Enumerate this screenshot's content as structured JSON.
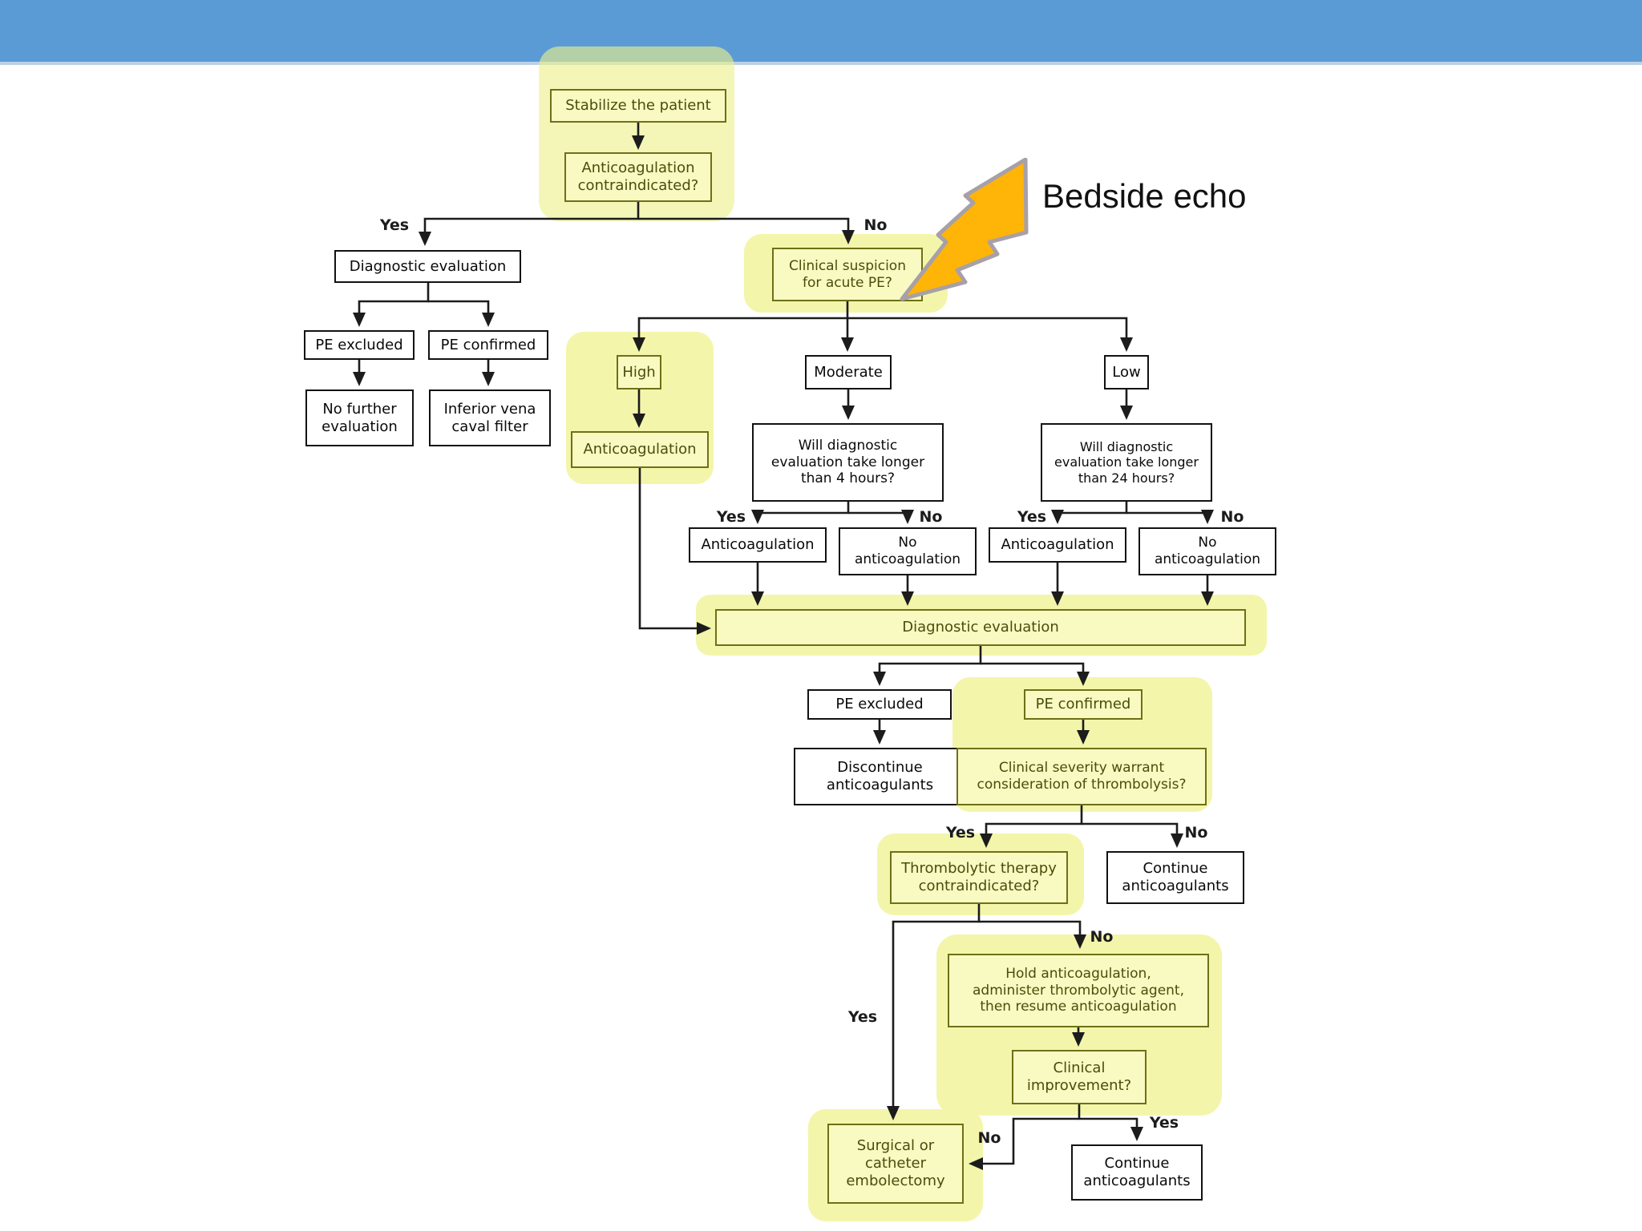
{
  "annotation": {
    "label": "Bedside echo"
  },
  "edge_labels": {
    "yes": "Yes",
    "no": "No"
  },
  "colors": {
    "topbar": "#5b9bd5",
    "topbar_underline": "#bcd0e8",
    "highlight": "#f3f6aa",
    "yellow_box_bg": "#f8fac2",
    "yellow_box_border": "#6e7017",
    "yellow_box_text": "#4a4e0a",
    "white_box_border": "#121212",
    "connector": "#1c1c1c",
    "bolt_fill": "#ffb408",
    "bolt_border": "#a8a0a8"
  },
  "nodes": {
    "stab": {
      "label": "Stabilize the patient"
    },
    "ac": {
      "label": "Anticoagulation\ncontraindicated?"
    },
    "dl": {
      "label": "Diagnostic evaluation"
    },
    "pex1": {
      "label": "PE excluded"
    },
    "pcf1": {
      "label": "PE confirmed"
    },
    "nf": {
      "label": "No further\nevaluation"
    },
    "ivc": {
      "label": "Inferior vena\ncaval filter"
    },
    "cs": {
      "label": "Clinical suspicion\nfor acute PE?"
    },
    "high": {
      "label": "High"
    },
    "mod": {
      "label": "Moderate"
    },
    "low": {
      "label": "Low"
    },
    "ah": {
      "label": "Anticoagulation"
    },
    "q4": {
      "label": "Will diagnostic\nevaluation take longer\nthan 4 hours?"
    },
    "q24": {
      "label": "Will diagnostic\nevaluation take longer\nthan 24 hours?"
    },
    "ma": {
      "label": "Anticoagulation"
    },
    "nam": {
      "label": "No\nanticoagulation"
    },
    "al": {
      "label": "Anticoagulation"
    },
    "nal": {
      "label": "No\nanticoagulation"
    },
    "wd": {
      "label": "Diagnostic evaluation"
    },
    "pex2": {
      "label": "PE excluded"
    },
    "disc": {
      "label": "Discontinue\nanticoagulants"
    },
    "pcf2": {
      "label": "PE confirmed"
    },
    "sev": {
      "label": "Clinical severity warrant\nconsideration of thrombolysis?"
    },
    "tc": {
      "label": "Thrombolytic therapy\ncontraindicated?"
    },
    "c1": {
      "label": "Continue\nanticoagulants"
    },
    "hold": {
      "label": "Hold anticoagulation,\nadminister thrombolytic agent,\nthen resume anticoagulation"
    },
    "ci": {
      "label": "Clinical\nimprovement?"
    },
    "c2": {
      "label": "Continue\nanticoagulants"
    },
    "sg": {
      "label": "Surgical or\ncatheter\nembolectomy"
    }
  }
}
